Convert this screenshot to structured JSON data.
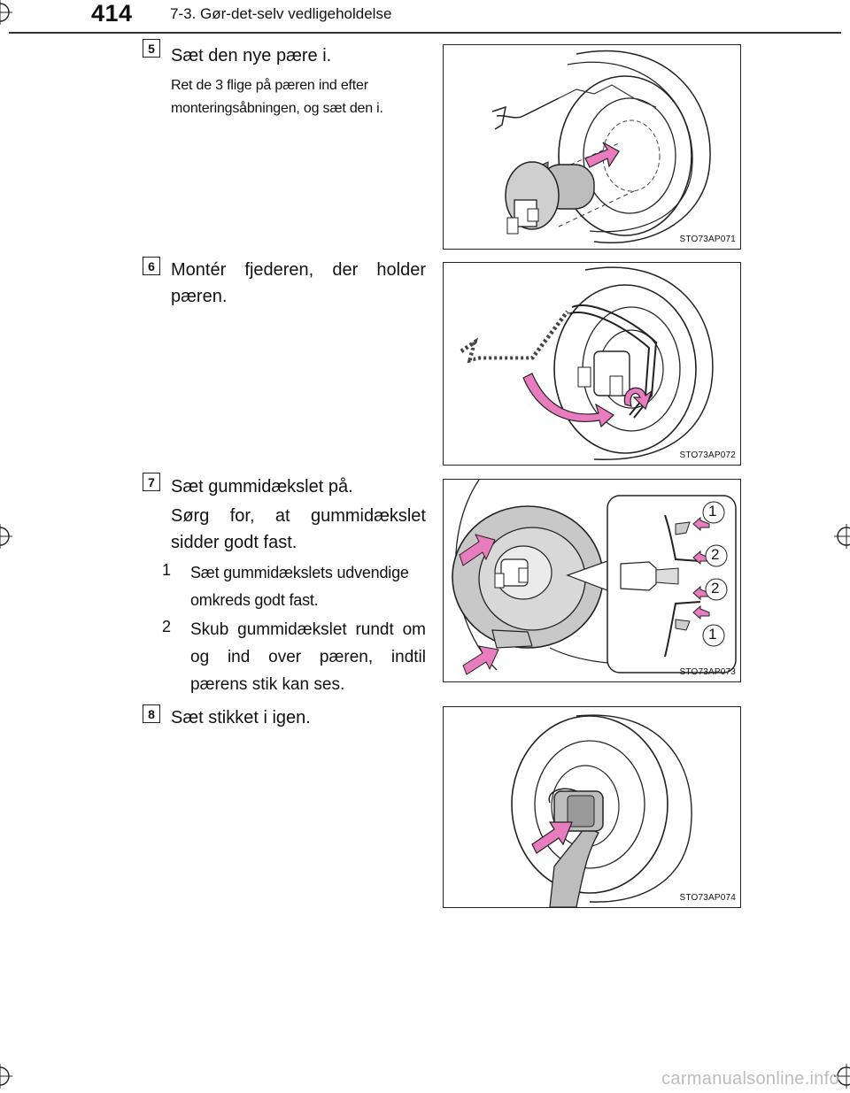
{
  "header": {
    "page_number": "414",
    "chapter_title": "7-3. Gør-det-selv vedligeholdelse"
  },
  "steps": [
    {
      "number": "5",
      "title": "Sæt den nye pære i.",
      "note": "Ret de 3 flige på pæren ind efter monteringsåbningen, og sæt den i.",
      "figure_code": "STO73AP071"
    },
    {
      "number": "6",
      "title": "Montér fjederen, der holder pæren.",
      "figure_code": "STO73AP072"
    },
    {
      "number": "7",
      "title": "Sæt gummidækslet på.",
      "note": "Sørg for, at gummidækslet sidder godt fast.",
      "substeps": [
        {
          "number": "1",
          "text": "Sæt gummidækslets udven­dige omkreds godt fast."
        },
        {
          "number": "2",
          "text": "Skub gummidækslet rundt om og ind over pæren, indtil pærens stik kan ses."
        }
      ],
      "figure_code": "STO73AP073",
      "callouts": [
        "1",
        "2",
        "2",
        "1"
      ]
    },
    {
      "number": "8",
      "title": "Sæt stikket i igen.",
      "figure_code": "STO73AP074"
    }
  ],
  "footer": {
    "watermark": "carmanualsonline.info"
  },
  "colors": {
    "arrow_pink": "#e97cbf",
    "rule": "#333333",
    "watermark": "#bcbcbc"
  }
}
